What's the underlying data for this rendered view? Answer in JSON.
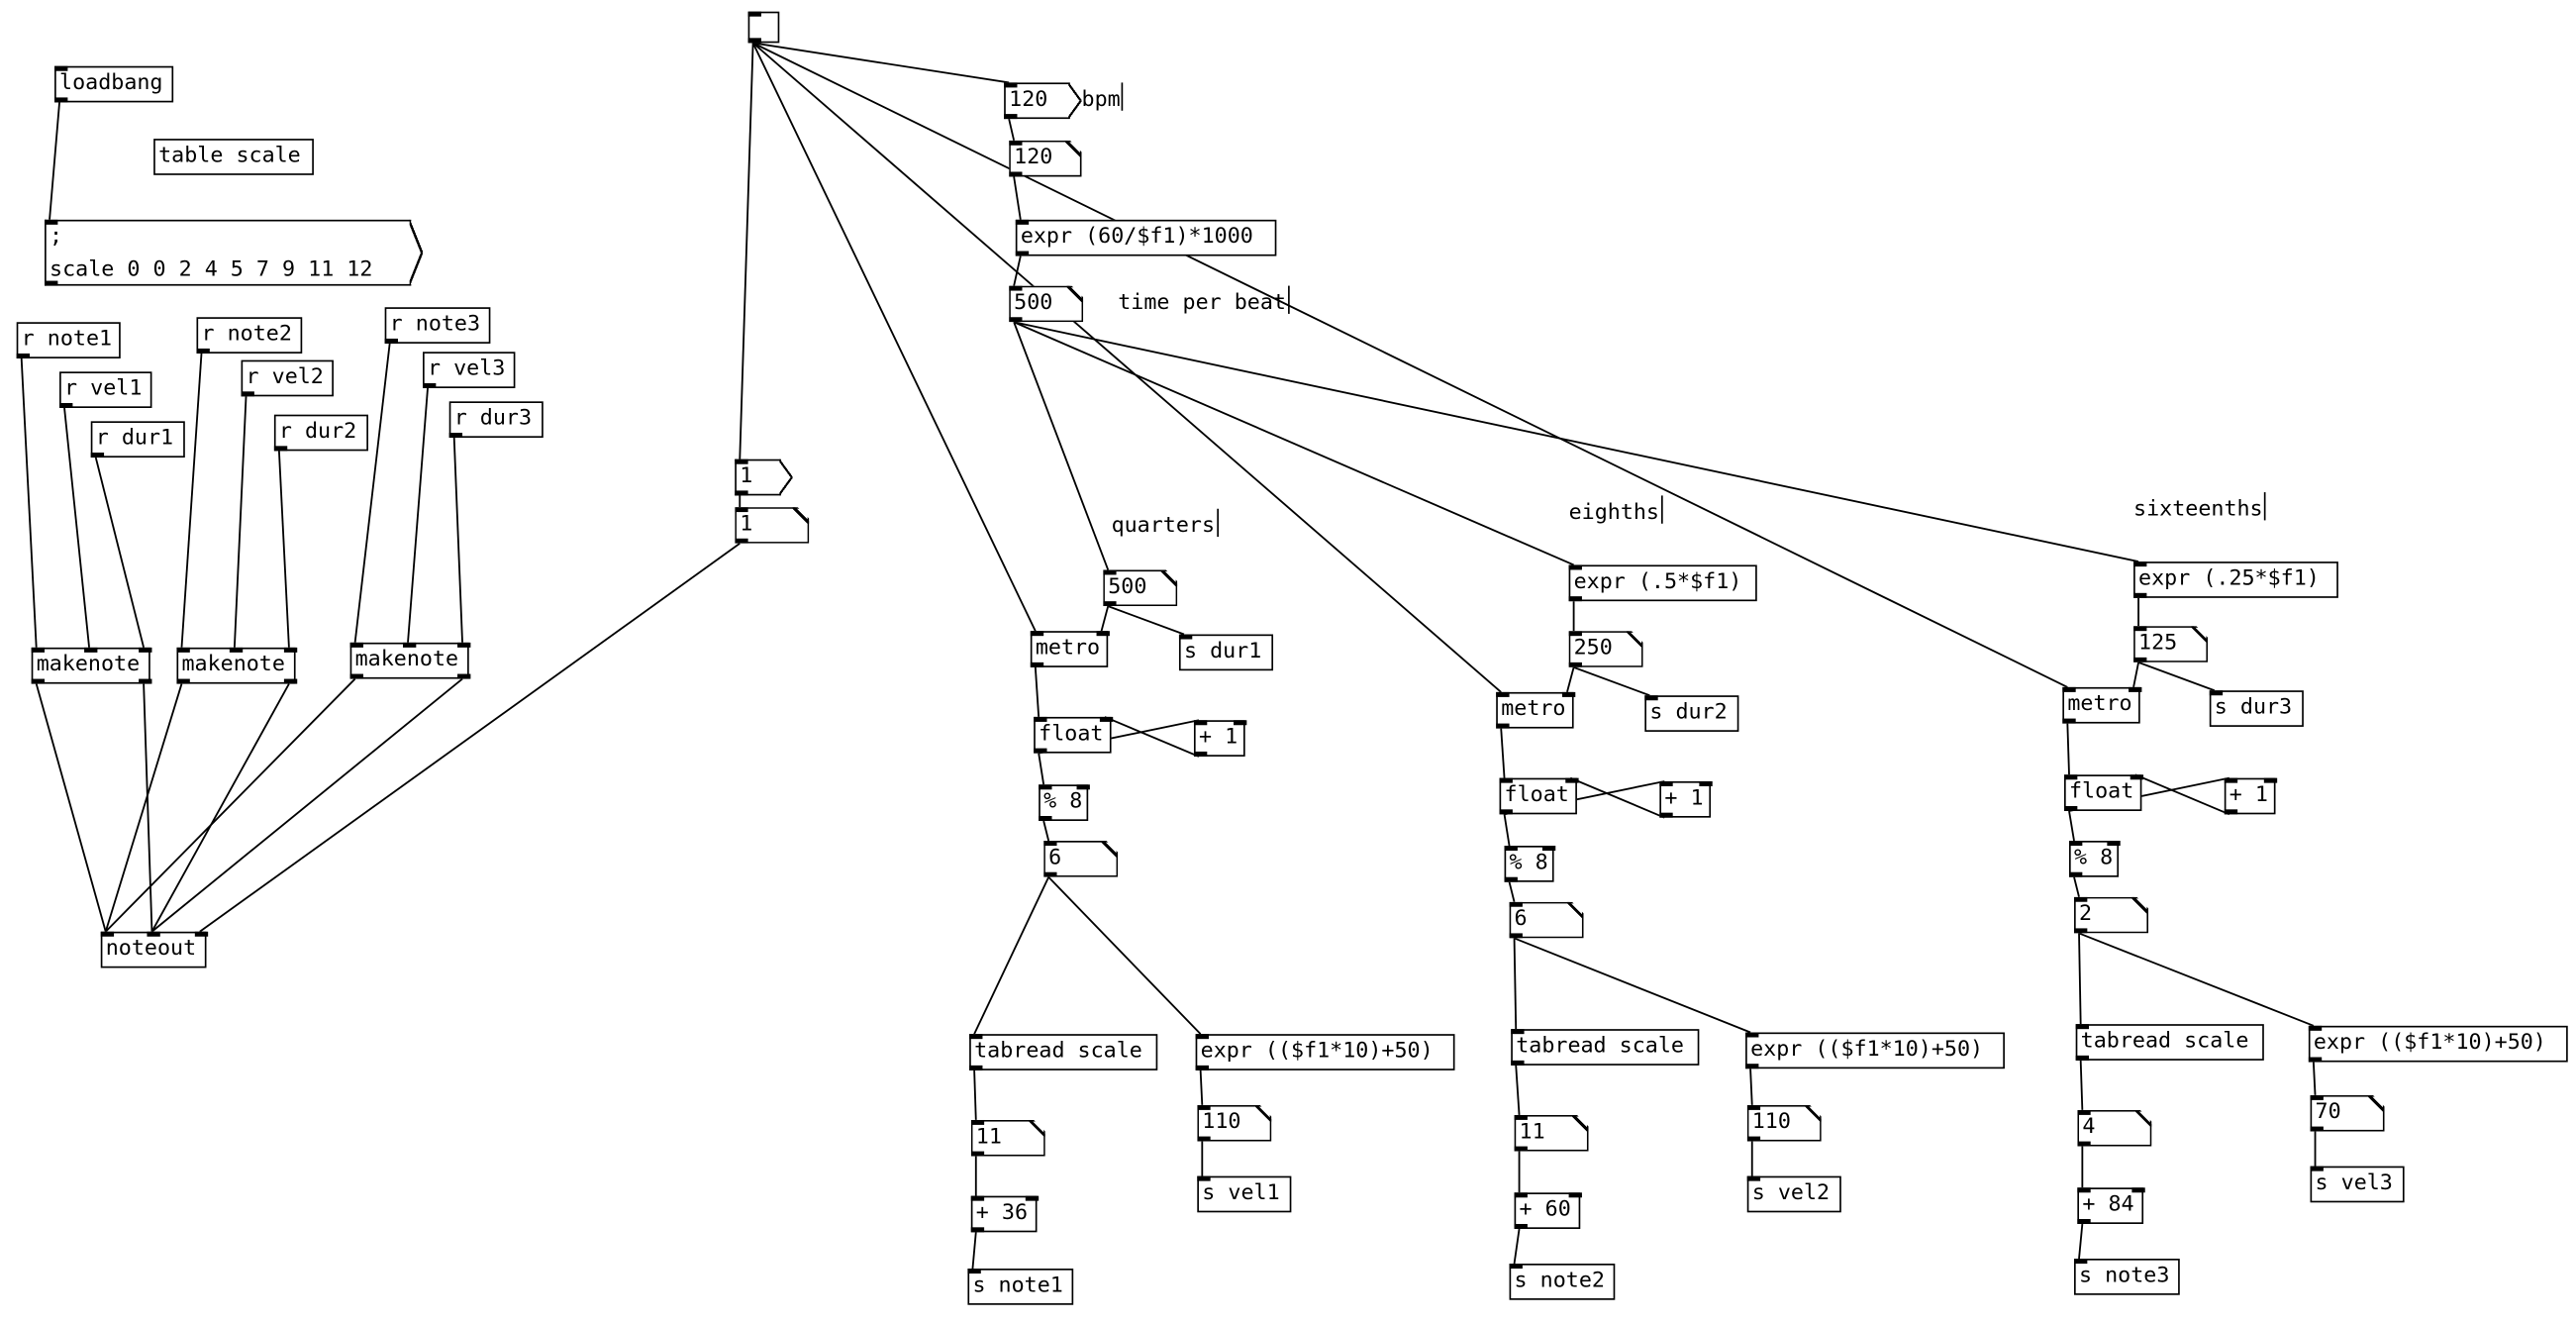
{
  "patch": {
    "title": "Pure Data patch",
    "objects": [
      {
        "id": "loadbang",
        "kind": "obj",
        "text": "loadbang",
        "inlets": 1,
        "outlets": 1
      },
      {
        "id": "table_scale",
        "kind": "obj",
        "text": "table scale",
        "inlets": 0,
        "outlets": 0
      },
      {
        "id": "scale_msg",
        "kind": "msg",
        "text": ";\nscale 0 0 2 4 5 7 9 11 12",
        "inlets": 1,
        "outlets": 1
      },
      {
        "id": "r_note1",
        "kind": "obj",
        "text": "r note1",
        "inlets": 0,
        "outlets": 1
      },
      {
        "id": "r_vel1",
        "kind": "obj",
        "text": "r vel1",
        "inlets": 0,
        "outlets": 1
      },
      {
        "id": "r_dur1",
        "kind": "obj",
        "text": "r dur1",
        "inlets": 0,
        "outlets": 1
      },
      {
        "id": "r_note2",
        "kind": "obj",
        "text": "r note2",
        "inlets": 0,
        "outlets": 1
      },
      {
        "id": "r_vel2",
        "kind": "obj",
        "text": "r vel2",
        "inlets": 0,
        "outlets": 1
      },
      {
        "id": "r_dur2",
        "kind": "obj",
        "text": "r dur2",
        "inlets": 0,
        "outlets": 1
      },
      {
        "id": "r_note3",
        "kind": "obj",
        "text": "r note3",
        "inlets": 0,
        "outlets": 1
      },
      {
        "id": "r_vel3",
        "kind": "obj",
        "text": "r vel3",
        "inlets": 0,
        "outlets": 1
      },
      {
        "id": "r_dur3",
        "kind": "obj",
        "text": "r dur3",
        "inlets": 0,
        "outlets": 1
      },
      {
        "id": "makenote1",
        "kind": "obj",
        "text": "makenote",
        "inlets": 3,
        "outlets": 2
      },
      {
        "id": "makenote2",
        "kind": "obj",
        "text": "makenote",
        "inlets": 3,
        "outlets": 2
      },
      {
        "id": "makenote3",
        "kind": "obj",
        "text": "makenote",
        "inlets": 3,
        "outlets": 2
      },
      {
        "id": "noteout",
        "kind": "obj",
        "text": "noteout",
        "inlets": 3,
        "outlets": 0
      },
      {
        "id": "bang",
        "kind": "bng",
        "text": "",
        "inlets": 1,
        "outlets": 1
      },
      {
        "id": "msg_1",
        "kind": "msg",
        "text": "1",
        "inlets": 1,
        "outlets": 1
      },
      {
        "id": "num_1",
        "kind": "num",
        "text": "1",
        "inlets": 1,
        "outlets": 1
      },
      {
        "id": "msg_120",
        "kind": "msg",
        "text": "120",
        "inlets": 1,
        "outlets": 1
      },
      {
        "id": "num_120",
        "kind": "num",
        "text": "120",
        "inlets": 1,
        "outlets": 1
      },
      {
        "id": "expr_beat",
        "kind": "obj",
        "text": "expr (60/$f1)*1000",
        "inlets": 1,
        "outlets": 1
      },
      {
        "id": "num_500",
        "kind": "num",
        "text": "500",
        "inlets": 1,
        "outlets": 1
      },
      {
        "id": "q_num_dur",
        "kind": "num",
        "text": "500",
        "inlets": 1,
        "outlets": 1
      },
      {
        "id": "q_metro",
        "kind": "obj",
        "text": "metro",
        "inlets": 2,
        "outlets": 1
      },
      {
        "id": "q_s_dur",
        "kind": "obj",
        "text": "s dur1",
        "inlets": 1,
        "outlets": 0
      },
      {
        "id": "q_float",
        "kind": "obj",
        "text": "float",
        "inlets": 2,
        "outlets": 1
      },
      {
        "id": "q_plus1",
        "kind": "obj",
        "text": "+ 1",
        "inlets": 2,
        "outlets": 1
      },
      {
        "id": "q_mod",
        "kind": "obj",
        "text": "% 8",
        "inlets": 2,
        "outlets": 1
      },
      {
        "id": "q_num_step",
        "kind": "num",
        "text": "6",
        "inlets": 1,
        "outlets": 1
      },
      {
        "id": "q_tabread",
        "kind": "obj",
        "text": "tabread scale",
        "inlets": 1,
        "outlets": 1
      },
      {
        "id": "q_expr_vel",
        "kind": "obj",
        "text": "expr (($f1*10)+50)",
        "inlets": 1,
        "outlets": 1
      },
      {
        "id": "q_num_note",
        "kind": "num",
        "text": "11",
        "inlets": 1,
        "outlets": 1
      },
      {
        "id": "q_num_vel",
        "kind": "num",
        "text": "110",
        "inlets": 1,
        "outlets": 1
      },
      {
        "id": "q_plus_oct",
        "kind": "obj",
        "text": "+ 36",
        "inlets": 2,
        "outlets": 1
      },
      {
        "id": "q_s_vel",
        "kind": "obj",
        "text": "s vel1",
        "inlets": 1,
        "outlets": 0
      },
      {
        "id": "q_s_note",
        "kind": "obj",
        "text": "s note1",
        "inlets": 1,
        "outlets": 0
      },
      {
        "id": "e_expr_dur",
        "kind": "obj",
        "text": "expr (.5*$f1)",
        "inlets": 1,
        "outlets": 1
      },
      {
        "id": "e_num_dur",
        "kind": "num",
        "text": "250",
        "inlets": 1,
        "outlets": 1
      },
      {
        "id": "e_metro",
        "kind": "obj",
        "text": "metro",
        "inlets": 2,
        "outlets": 1
      },
      {
        "id": "e_s_dur",
        "kind": "obj",
        "text": "s dur2",
        "inlets": 1,
        "outlets": 0
      },
      {
        "id": "e_float",
        "kind": "obj",
        "text": "float",
        "inlets": 2,
        "outlets": 1
      },
      {
        "id": "e_plus1",
        "kind": "obj",
        "text": "+ 1",
        "inlets": 2,
        "outlets": 1
      },
      {
        "id": "e_mod",
        "kind": "obj",
        "text": "% 8",
        "inlets": 2,
        "outlets": 1
      },
      {
        "id": "e_num_step",
        "kind": "num",
        "text": "6",
        "inlets": 1,
        "outlets": 1
      },
      {
        "id": "e_tabread",
        "kind": "obj",
        "text": "tabread scale",
        "inlets": 1,
        "outlets": 1
      },
      {
        "id": "e_expr_vel",
        "kind": "obj",
        "text": "expr (($f1*10)+50)",
        "inlets": 1,
        "outlets": 1
      },
      {
        "id": "e_num_note",
        "kind": "num",
        "text": "11",
        "inlets": 1,
        "outlets": 1
      },
      {
        "id": "e_num_vel",
        "kind": "num",
        "text": "110",
        "inlets": 1,
        "outlets": 1
      },
      {
        "id": "e_plus_oct",
        "kind": "obj",
        "text": "+ 60",
        "inlets": 2,
        "outlets": 1
      },
      {
        "id": "e_s_vel",
        "kind": "obj",
        "text": "s vel2",
        "inlets": 1,
        "outlets": 0
      },
      {
        "id": "e_s_note",
        "kind": "obj",
        "text": "s note2",
        "inlets": 1,
        "outlets": 0
      },
      {
        "id": "s_expr_dur",
        "kind": "obj",
        "text": "expr (.25*$f1)",
        "inlets": 1,
        "outlets": 1
      },
      {
        "id": "s_num_dur",
        "kind": "num",
        "text": "125",
        "inlets": 1,
        "outlets": 1
      },
      {
        "id": "s_metro",
        "kind": "obj",
        "text": "metro",
        "inlets": 2,
        "outlets": 1
      },
      {
        "id": "s_s_dur",
        "kind": "obj",
        "text": "s dur3",
        "inlets": 1,
        "outlets": 0
      },
      {
        "id": "s_float",
        "kind": "obj",
        "text": "float",
        "inlets": 2,
        "outlets": 1
      },
      {
        "id": "s_plus1",
        "kind": "obj",
        "text": "+ 1",
        "inlets": 2,
        "outlets": 1
      },
      {
        "id": "s_mod",
        "kind": "obj",
        "text": "% 8",
        "inlets": 2,
        "outlets": 1
      },
      {
        "id": "s_num_step",
        "kind": "num",
        "text": "2",
        "inlets": 1,
        "outlets": 1
      },
      {
        "id": "s_tabread",
        "kind": "obj",
        "text": "tabread scale",
        "inlets": 1,
        "outlets": 1
      },
      {
        "id": "s_expr_vel",
        "kind": "obj",
        "text": "expr (($f1*10)+50)",
        "inlets": 1,
        "outlets": 1
      },
      {
        "id": "s_num_note",
        "kind": "num",
        "text": "4",
        "inlets": 1,
        "outlets": 1
      },
      {
        "id": "s_num_vel",
        "kind": "num",
        "text": "70",
        "inlets": 1,
        "outlets": 1
      },
      {
        "id": "s_plus_oct",
        "kind": "obj",
        "text": "+ 84",
        "inlets": 2,
        "outlets": 1
      },
      {
        "id": "s_s_vel",
        "kind": "obj",
        "text": "s vel3",
        "inlets": 1,
        "outlets": 0
      },
      {
        "id": "s_s_note",
        "kind": "obj",
        "text": "s note3",
        "inlets": 1,
        "outlets": 0
      }
    ],
    "comments": [
      {
        "id": "c_bpm",
        "text": "bpm"
      },
      {
        "id": "c_tpb",
        "text": "time per beat"
      },
      {
        "id": "c_quarters",
        "text": "quarters"
      },
      {
        "id": "c_eighths",
        "text": "eighths"
      },
      {
        "id": "c_sixteenths",
        "text": "sixteenths"
      }
    ],
    "connections": [
      [
        "loadbang",
        0,
        "scale_msg",
        0
      ],
      [
        "r_note1",
        0,
        "makenote1",
        0
      ],
      [
        "r_vel1",
        0,
        "makenote1",
        1
      ],
      [
        "r_dur1",
        0,
        "makenote1",
        2
      ],
      [
        "r_note2",
        0,
        "makenote2",
        0
      ],
      [
        "r_vel2",
        0,
        "makenote2",
        1
      ],
      [
        "r_dur2",
        0,
        "makenote2",
        2
      ],
      [
        "r_note3",
        0,
        "makenote3",
        0
      ],
      [
        "r_vel3",
        0,
        "makenote3",
        1
      ],
      [
        "r_dur3",
        0,
        "makenote3",
        2
      ],
      [
        "makenote1",
        0,
        "noteout",
        0
      ],
      [
        "makenote1",
        1,
        "noteout",
        1
      ],
      [
        "makenote2",
        0,
        "noteout",
        0
      ],
      [
        "makenote2",
        1,
        "noteout",
        1
      ],
      [
        "makenote3",
        0,
        "noteout",
        0
      ],
      [
        "makenote3",
        1,
        "noteout",
        1
      ],
      [
        "num_1",
        0,
        "noteout",
        2
      ],
      [
        "bang",
        0,
        "msg_120",
        0
      ],
      [
        "bang",
        0,
        "msg_1",
        0
      ],
      [
        "bang",
        0,
        "q_metro",
        0
      ],
      [
        "bang",
        0,
        "e_metro",
        0
      ],
      [
        "bang",
        0,
        "s_metro",
        0
      ],
      [
        "msg_1",
        0,
        "num_1",
        0
      ],
      [
        "msg_120",
        0,
        "num_120",
        0
      ],
      [
        "num_120",
        0,
        "expr_beat",
        0
      ],
      [
        "expr_beat",
        0,
        "num_500",
        0
      ],
      [
        "num_500",
        0,
        "q_num_dur",
        0
      ],
      [
        "num_500",
        0,
        "e_expr_dur",
        0
      ],
      [
        "num_500",
        0,
        "s_expr_dur",
        0
      ],
      [
        "q_num_dur",
        0,
        "q_metro",
        1
      ],
      [
        "q_num_dur",
        0,
        "q_s_dur",
        0
      ],
      [
        "q_metro",
        0,
        "q_float",
        0
      ],
      [
        "q_float",
        0,
        "q_plus1",
        0
      ],
      [
        "q_plus1",
        0,
        "q_float",
        1
      ],
      [
        "q_float",
        0,
        "q_mod",
        0
      ],
      [
        "q_mod",
        0,
        "q_num_step",
        0
      ],
      [
        "q_num_step",
        0,
        "q_tabread",
        0
      ],
      [
        "q_num_step",
        0,
        "q_expr_vel",
        0
      ],
      [
        "q_tabread",
        0,
        "q_num_note",
        0
      ],
      [
        "q_num_note",
        0,
        "q_plus_oct",
        0
      ],
      [
        "q_plus_oct",
        0,
        "q_s_note",
        0
      ],
      [
        "q_expr_vel",
        0,
        "q_num_vel",
        0
      ],
      [
        "q_num_vel",
        0,
        "q_s_vel",
        0
      ],
      [
        "e_expr_dur",
        0,
        "e_num_dur",
        0
      ],
      [
        "e_num_dur",
        0,
        "e_metro",
        1
      ],
      [
        "e_num_dur",
        0,
        "e_s_dur",
        0
      ],
      [
        "e_metro",
        0,
        "e_float",
        0
      ],
      [
        "e_float",
        0,
        "e_plus1",
        0
      ],
      [
        "e_plus1",
        0,
        "e_float",
        1
      ],
      [
        "e_float",
        0,
        "e_mod",
        0
      ],
      [
        "e_mod",
        0,
        "e_num_step",
        0
      ],
      [
        "e_num_step",
        0,
        "e_tabread",
        0
      ],
      [
        "e_num_step",
        0,
        "e_expr_vel",
        0
      ],
      [
        "e_tabread",
        0,
        "e_num_note",
        0
      ],
      [
        "e_num_note",
        0,
        "e_plus_oct",
        0
      ],
      [
        "e_plus_oct",
        0,
        "e_s_note",
        0
      ],
      [
        "e_expr_vel",
        0,
        "e_num_vel",
        0
      ],
      [
        "e_num_vel",
        0,
        "e_s_vel",
        0
      ],
      [
        "s_expr_dur",
        0,
        "s_num_dur",
        0
      ],
      [
        "s_num_dur",
        0,
        "s_metro",
        1
      ],
      [
        "s_num_dur",
        0,
        "s_s_dur",
        0
      ],
      [
        "s_metro",
        0,
        "s_float",
        0
      ],
      [
        "s_float",
        0,
        "s_plus1",
        0
      ],
      [
        "s_plus1",
        0,
        "s_float",
        1
      ],
      [
        "s_float",
        0,
        "s_mod",
        0
      ],
      [
        "s_mod",
        0,
        "s_num_step",
        0
      ],
      [
        "s_num_step",
        0,
        "s_tabread",
        0
      ],
      [
        "s_num_step",
        0,
        "s_expr_vel",
        0
      ],
      [
        "s_tabread",
        0,
        "s_num_note",
        0
      ],
      [
        "s_num_note",
        0,
        "s_plus_oct",
        0
      ],
      [
        "s_plus_oct",
        0,
        "s_s_note",
        0
      ],
      [
        "s_expr_vel",
        0,
        "s_num_vel",
        0
      ],
      [
        "s_num_vel",
        0,
        "s_s_vel",
        0
      ]
    ]
  }
}
